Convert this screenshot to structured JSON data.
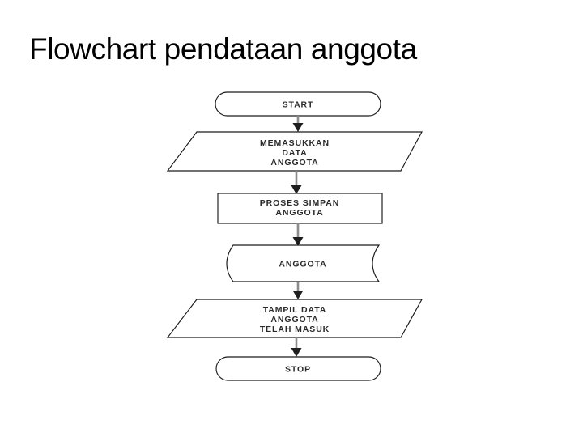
{
  "slide": {
    "title": "Flowchart pendataan anggota",
    "background_color": "#ffffff"
  },
  "theme": {
    "shape_stroke": "#1a1a1a",
    "shape_fill": "#ffffff",
    "connector_color": "#8c8c8c",
    "arrowhead_color": "#1f1f1f",
    "label_color": "#2b2b2b",
    "title_color": "#000000"
  },
  "flowchart": {
    "name": "Flowchart pendataan anggota",
    "direction": "top-to-bottom",
    "nodes": [
      {
        "id": "start",
        "shape": "terminator",
        "label": "START",
        "lines": [
          "START"
        ]
      },
      {
        "id": "input-data-anggota",
        "shape": "parallelogram",
        "label": "MEMASUKKAN DATA ANGGOTA",
        "lines": [
          "MEMASUKKAN",
          "DATA",
          "ANGGOTA"
        ]
      },
      {
        "id": "proses-simpan",
        "shape": "process",
        "label": "PROSES SIMPAN ANGGOTA",
        "lines": [
          "PROSES SIMPAN",
          "ANGGOTA"
        ]
      },
      {
        "id": "anggota-store",
        "shape": "stored-data",
        "label": "ANGGOTA",
        "lines": [
          "ANGGOTA"
        ]
      },
      {
        "id": "tampil-data",
        "shape": "parallelogram",
        "label": "TAMPIL DATA ANGGOTA TELAH MASUK",
        "lines": [
          "TAMPIL DATA",
          "ANGGOTA",
          "TELAH MASUK"
        ]
      },
      {
        "id": "stop",
        "shape": "terminator",
        "label": "STOP",
        "lines": [
          "STOP"
        ]
      }
    ],
    "edges": [
      {
        "from": "start",
        "to": "input-data-anggota",
        "label": ""
      },
      {
        "from": "input-data-anggota",
        "to": "proses-simpan",
        "label": ""
      },
      {
        "from": "proses-simpan",
        "to": "anggota-store",
        "label": ""
      },
      {
        "from": "anggota-store",
        "to": "tampil-data",
        "label": ""
      },
      {
        "from": "tampil-data",
        "to": "stop",
        "label": ""
      }
    ]
  }
}
